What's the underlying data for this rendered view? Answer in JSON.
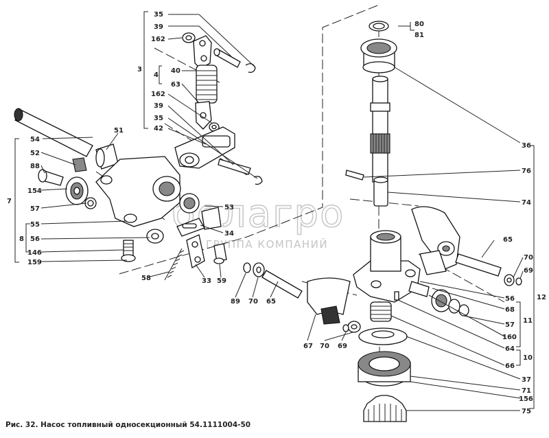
{
  "caption": "Рис. 32. Насос топливный односекционный 54.1111004-50",
  "watermark": {
    "main": "белагро",
    "sub": "ГРУППА КОМПАНИЙ"
  },
  "callouts": {
    "c35a": "35",
    "c39a": "39",
    "c162a": "162",
    "c3": "3",
    "c4": "4",
    "c40": "40",
    "c63": "63",
    "c162b": "162",
    "c39b": "39",
    "c35b": "35",
    "c42": "42",
    "c54": "54",
    "c51": "51",
    "c52": "52",
    "c88": "88",
    "c154": "154",
    "c57a": "57",
    "c7": "7",
    "c55": "55",
    "c8": "8",
    "c56a": "56",
    "c146": "146",
    "c159": "159",
    "c53": "53",
    "c34": "34",
    "c58": "58",
    "c33": "33",
    "c59a": "59",
    "c89": "89",
    "c70a": "70",
    "c65a": "65",
    "c67": "67",
    "c70b": "70",
    "c69a": "69",
    "c80": "80",
    "c81": "81",
    "c36": "36",
    "c76": "76",
    "c74": "74",
    "c65b": "65",
    "c70c": "70",
    "c69b": "69",
    "c12": "12",
    "c56b": "56",
    "c68": "68",
    "c57b": "57",
    "c11": "11",
    "c160": "160",
    "c64": "64",
    "c10": "10",
    "c66": "66",
    "c37": "37",
    "c71": "71",
    "c156": "156",
    "c75": "75"
  }
}
